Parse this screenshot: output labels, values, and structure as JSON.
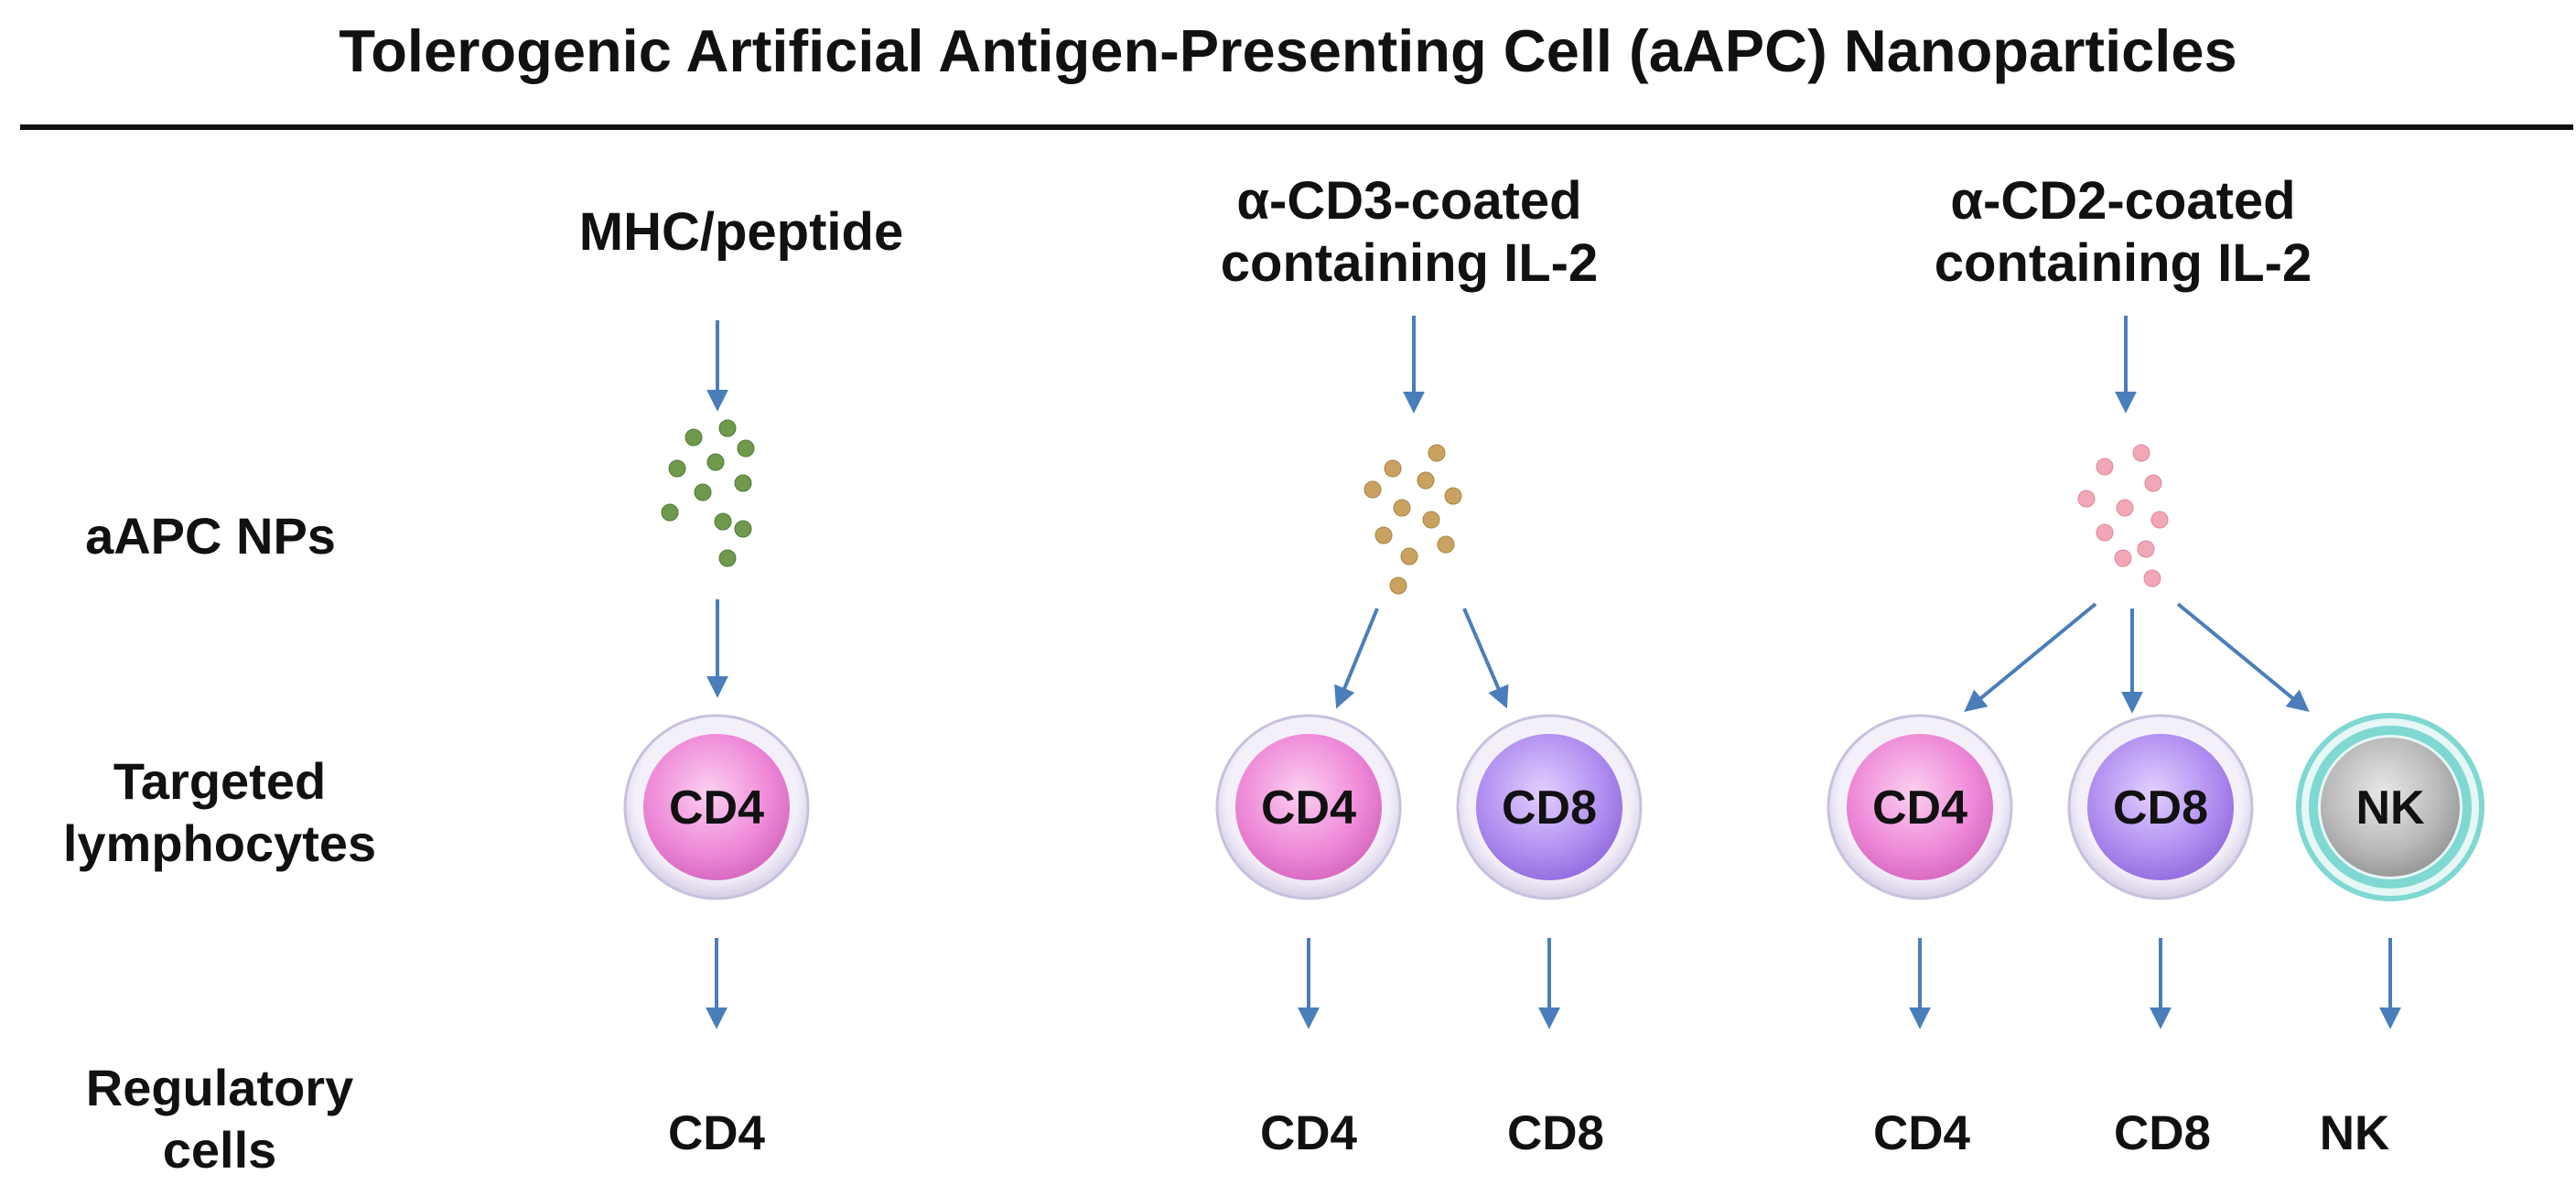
{
  "title": "Tolerogenic Artificial Antigen-Presenting Cell (aAPC) Nanoparticles",
  "row_labels": {
    "aapc": "aAPC NPs",
    "targeted_line1": "Targeted",
    "targeted_line2": "lymphocytes",
    "regulatory_line1": "Regulatory",
    "regulatory_line2": "cells"
  },
  "columns": [
    {
      "header_line1": "MHC/peptide",
      "header_line2": "",
      "np_color": "#6f9a4e",
      "cells": [
        {
          "label": "CD4",
          "type": "cd4"
        }
      ],
      "outputs": [
        "CD4"
      ]
    },
    {
      "header_line1": "α-CD3-coated",
      "header_line2": "containing IL-2",
      "np_color": "#c9a261",
      "cells": [
        {
          "label": "CD4",
          "type": "cd4"
        },
        {
          "label": "CD8",
          "type": "cd8"
        }
      ],
      "outputs": [
        "CD4",
        "CD8"
      ]
    },
    {
      "header_line1": "α-CD2-coated",
      "header_line2": "containing IL-2",
      "np_color": "#f2a7b7",
      "cells": [
        {
          "label": "CD4",
          "type": "cd4"
        },
        {
          "label": "CD8",
          "type": "cd8"
        },
        {
          "label": "NK",
          "type": "nk"
        }
      ],
      "outputs": [
        "CD4",
        "CD8",
        "NK"
      ]
    }
  ],
  "colors": {
    "arrow": "#4a7ebb",
    "cd4_fill": "#ee88d8",
    "cd8_fill": "#b08ef0",
    "nk_fill": "#b8b8b8",
    "nk_ring": "#7fd8d2"
  }
}
